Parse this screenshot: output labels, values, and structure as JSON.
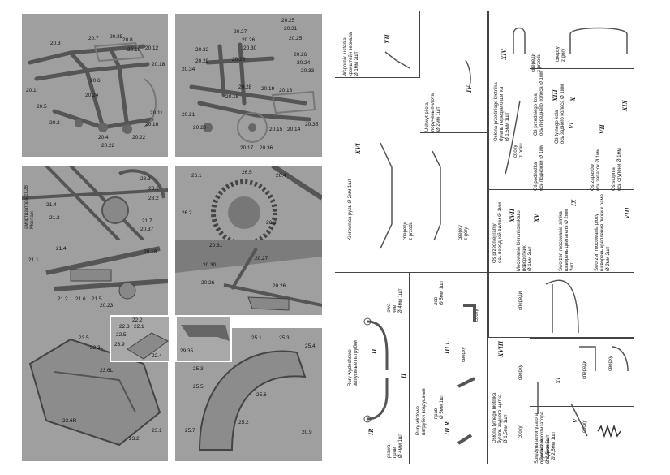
{
  "panels": {
    "p1": {
      "labels": [
        "20.7",
        "20.35",
        "20.8",
        "20.12",
        "20.19",
        "20.18",
        "20.3",
        "20.1",
        "20.5",
        "20.2",
        "20.4",
        "20.22",
        "20.24",
        "20.11",
        "20.16",
        "20.6",
        "20.22"
      ]
    },
    "p2": {
      "labels": [
        "20.25",
        "20.27",
        "20.31",
        "20.26",
        "20.25",
        "20.32",
        "20.30",
        "20.29",
        "20.26",
        "20.29",
        "20.24",
        "20.34",
        "20.28",
        "20.33",
        "20.18",
        "20.19",
        "20.13",
        "20.21",
        "20.20",
        "20.15",
        "20.14",
        "20.35",
        "20.17",
        "20.36"
      ]
    },
    "p3": {
      "labels": [
        "28.3",
        "28.1",
        "28.2",
        "21.4",
        "21.2",
        "21.7",
        "20.37"
      ],
      "side_label": "амортизатора ст.28",
      "side_label2": "Монтаж"
    },
    "p4": {
      "labels": [
        "26.5",
        "26.1",
        "26.4",
        "26.2",
        "26.3"
      ]
    },
    "p5": {
      "labels": [
        "21.4",
        "20.18",
        "21.1",
        "21.2",
        "21.6",
        "21.5",
        "20.23"
      ]
    },
    "p6": {
      "labels": [
        "20.31",
        "20.27",
        "20.30",
        "20.26",
        "20.26"
      ]
    },
    "p7": {
      "labels": [
        "23.5",
        "23.3L",
        "23.6L",
        "23.6R",
        "23.2",
        "23.1"
      ]
    },
    "p7inset": {
      "labels": [
        "22.2",
        "22.3",
        "22.1",
        "22.5",
        "23.9",
        "22.4"
      ]
    },
    "p8inset": {
      "labels": [
        "29.35"
      ]
    },
    "p8": {
      "labels": [
        "25.1",
        "25.3",
        "25.4",
        "25.3",
        "25.5",
        "25.6",
        "25.2",
        "25.7",
        "20.9"
      ]
    }
  },
  "sheet": {
    "b1": {
      "roman": "XII",
      "line1": "кронштейн зеркала",
      "line2": "Ø 1мм   2шт",
      "line3": "Wspornik lusterka"
    },
    "b2": {
      "roman": "IV",
      "line1": "поручень пилота",
      "line2": "Ø 2мм   1шт",
      "line3": "Uchwyt pilota"
    },
    "b3": {
      "roman": "XIV",
      "line1": "бугель переднего щитка",
      "line2": "Ø 1,5мм  1шт",
      "line3": "Osłona przedniego błotnika",
      "view1": "сбоку",
      "view2": "z boku",
      "view3": "спереди",
      "view4": "z przodu",
      "view5": "сверху",
      "view6": "z góry"
    },
    "b4": {
      "roman": "XVI",
      "line1": "руль",
      "line2": "Ø 2мм   1шт",
      "line3": "Kierownica",
      "view1": "спереди",
      "view2": "z przodu",
      "view3": "сверху",
      "view4": "z góry"
    },
    "b5": {
      "roman_a": "XIII",
      "roman_b": "X",
      "roman_c": "VI",
      "roman_d": "VII",
      "roman_e": "XIX",
      "t1": "ось переднего колеса Ø 1мм",
      "t1b": "Oś przedniego koła",
      "t2": "ось заднего колеса Ø 1мм",
      "t2b": "Oś tylnego koła",
      "t3": "ось подножки Ø 1мм",
      "t3b": "Oś podnóżka",
      "t4": "ось запасок Ø 1мм",
      "t4b": "Oś zapasów",
      "t5": "ось ступени Ø 1мм",
      "t5b": "Oś stopnia"
    },
    "b6": {
      "roman": "XVII",
      "line1": "ось передней вилки Ø 1мм",
      "line2": "Oś przedniej ramy",
      "roman2": "XV",
      "l3": "поворотник",
      "l4": "Mocowanie kierunkowskazu",
      "l5": "Ø 1мм  2шт",
      "roman3": "IX",
      "l6": "шкворень двигателя Ø 2мм",
      "l7": "Sworzeń mocowania silnika",
      "l8": "2шт",
      "roman4": "VIII",
      "l9": "шкворень крепления лыжи к раме",
      "l10": "Sworzeń mocowania płozy",
      "l11": "Ø 2мм   2шт"
    },
    "b7": {
      "roman_l": "IL",
      "roman_r": "IR",
      "roman_b": "II",
      "l1": "выпускные патрубки",
      "l2": "Rury wydechowe",
      "l3": "лев",
      "l4": "lewa",
      "l5": "Ø 4мм  1шт",
      "l6": "прав",
      "l7": "prawa",
      "l8": "Ø 4мм  1шт"
    },
    "b8": {
      "roman_a": "III L",
      "roman_b": "III R",
      "roman_c": "XVIII",
      "l1": "патрубки воздушные",
      "l2": "Rury wlotowe",
      "l3": "лев",
      "l4": "Ø 5мм  1шт",
      "l5": "прав",
      "l6": "Ø 5мм  1шт",
      "l7": "сверху",
      "l8": "сбоку",
      "l9": "бугель заднего щитка",
      "l10": "Osłona tylnego błotnika",
      "l11": "Ø 1,5мм  1шт",
      "l12": "спереди",
      "l13": "сверху",
      "l14": "сбоку"
    },
    "b9": {
      "roman": "XI",
      "roman2": "V",
      "l1": "подножка",
      "l2": "Podnóżek",
      "l3": "Ø 2,5мм  1шт",
      "l4": "спереди",
      "l5": "сверху",
      "l6": "сбоку",
      "l7": "пружина амортизатора",
      "l8": "Sprężyna amortyzatora",
      "l9": "Ø 0,5мм  5шт"
    }
  }
}
